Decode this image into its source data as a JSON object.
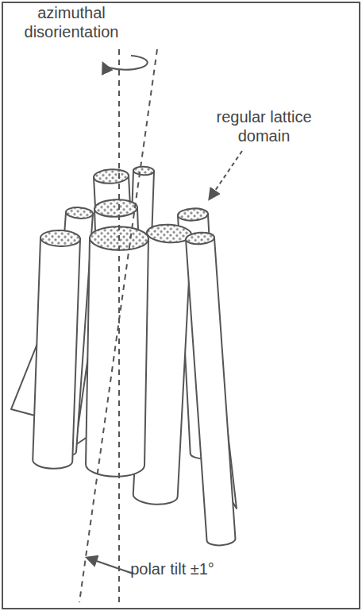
{
  "diagram": {
    "labels": [
      "azimuthal disorientation",
      "regular lattice domain",
      "polar tilt ±1°"
    ]
  }
}
